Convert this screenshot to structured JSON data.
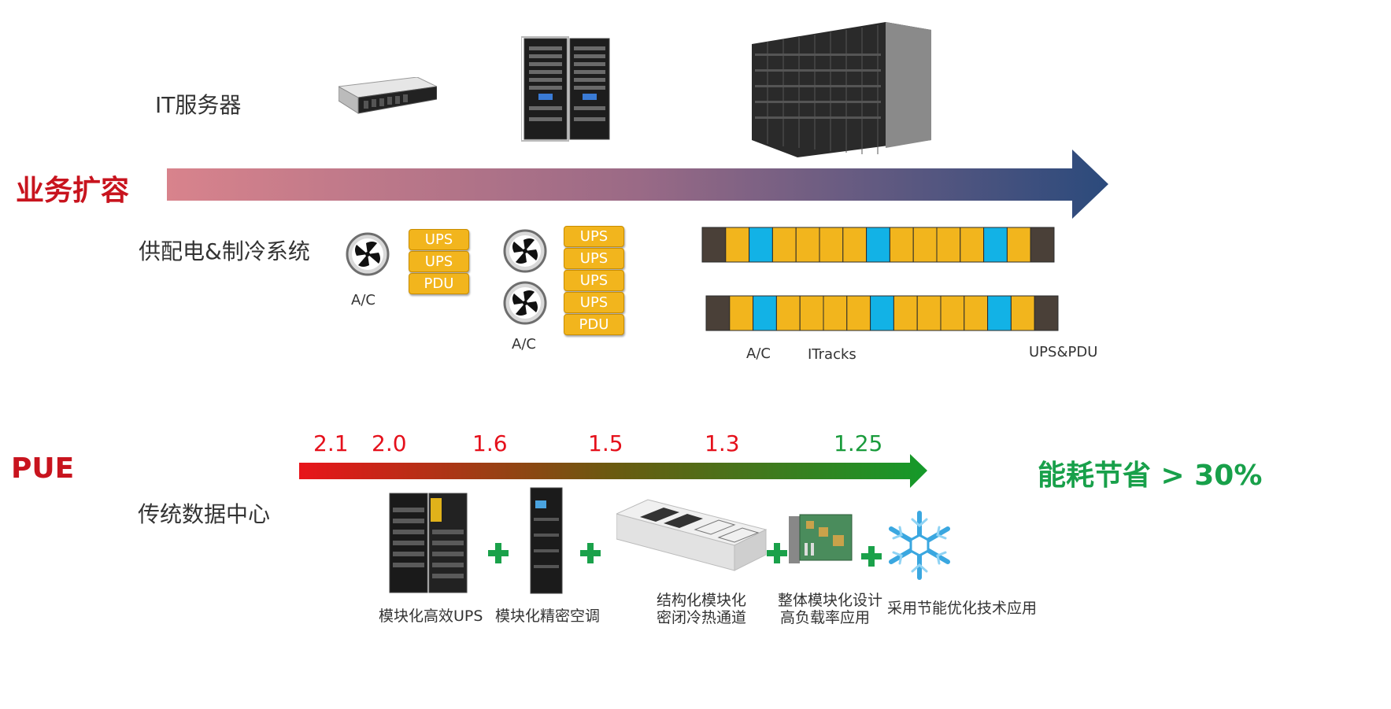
{
  "labels": {
    "it_servers": "IT服务器",
    "business_expansion": "业务扩容",
    "power_cooling": "供配电&制冷系统",
    "pue": "PUE",
    "traditional_dc": "传统数据中心",
    "energy_saving": "能耗节省 > 30%"
  },
  "cooling": {
    "group1_ac": "A/C",
    "group1_tags": [
      "UPS",
      "UPS",
      "PDU"
    ],
    "group2_ac": "A/C",
    "group2_tags": [
      "UPS",
      "UPS",
      "UPS",
      "UPS",
      "PDU"
    ]
  },
  "rack_rows": {
    "legend_ac": "A/C",
    "legend_itracks": "ITracks",
    "legend_ups_pdu": "UPS&PDU",
    "row1": [
      "end",
      "rack",
      "ac",
      "rack",
      "rack",
      "rack",
      "rack",
      "ac",
      "rack",
      "rack",
      "rack",
      "rack",
      "ac",
      "rack",
      "end"
    ],
    "row2": [
      "end",
      "rack",
      "ac",
      "rack",
      "rack",
      "rack",
      "rack",
      "ac",
      "rack",
      "rack",
      "rack",
      "rack",
      "ac",
      "rack",
      "end"
    ]
  },
  "pue_values": [
    "2.1",
    "2.0",
    "1.6",
    "1.5",
    "1.3",
    "1.25"
  ],
  "technologies": [
    {
      "caption_line1": "模块化高效UPS",
      "caption_line2": ""
    },
    {
      "caption_line1": "模块化精密空调",
      "caption_line2": ""
    },
    {
      "caption_line1": "结构化模块化",
      "caption_line2": "密闭冷热通道"
    },
    {
      "caption_line1": "整体模块化设计",
      "caption_line2": "高负载率应用"
    },
    {
      "caption_line1": "采用节能优化技术应用",
      "caption_line2": ""
    }
  ],
  "colors": {
    "title_red": "#c8141e",
    "pue_red": "#e5101b",
    "saving_green": "#18a04a",
    "tag_yellow": "#f2b51d",
    "rack_yellow": "#f2b51d",
    "ac_blue": "#12b2e6",
    "rack_end": "#4a4038",
    "arrow_start": "#d8838c",
    "arrow_end": "#2b4a7c",
    "pue_arrow_start": "#e8141a",
    "pue_arrow_end": "#149a2a"
  }
}
